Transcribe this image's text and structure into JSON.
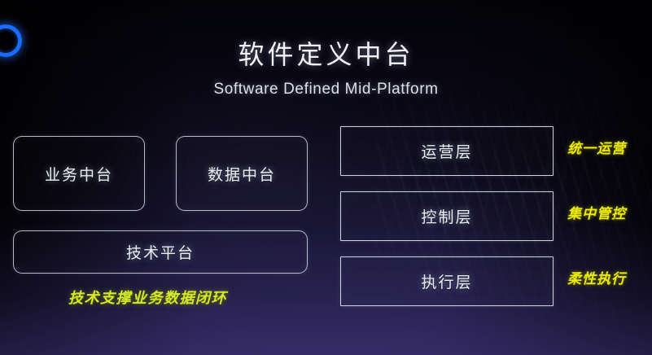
{
  "slide": {
    "title_cn": "软件定义中台",
    "title_en": "Software Defined Mid-Platform",
    "logo_icon": "blue-ring-logo-icon"
  },
  "left_column": {
    "boxes": [
      {
        "label": "业务中台",
        "name": "business-mid-platform"
      },
      {
        "label": "数据中台",
        "name": "data-mid-platform"
      },
      {
        "label": "技术平台",
        "name": "technology-platform"
      }
    ],
    "caption": "技术支撑业务数据闭环"
  },
  "right_column": {
    "layers": [
      {
        "label": "运营层",
        "note": "统一运营"
      },
      {
        "label": "控制层",
        "note": "集中管控"
      },
      {
        "label": "执行层",
        "note": "柔性执行"
      }
    ]
  },
  "colors": {
    "note_yellow": "#eaea10",
    "caption_green": "#d7e82c",
    "box_border": "#e2e5f0",
    "text_white": "#eceef5",
    "logo_blue": "#1b6bff",
    "background_navy": "#2a2352"
  }
}
